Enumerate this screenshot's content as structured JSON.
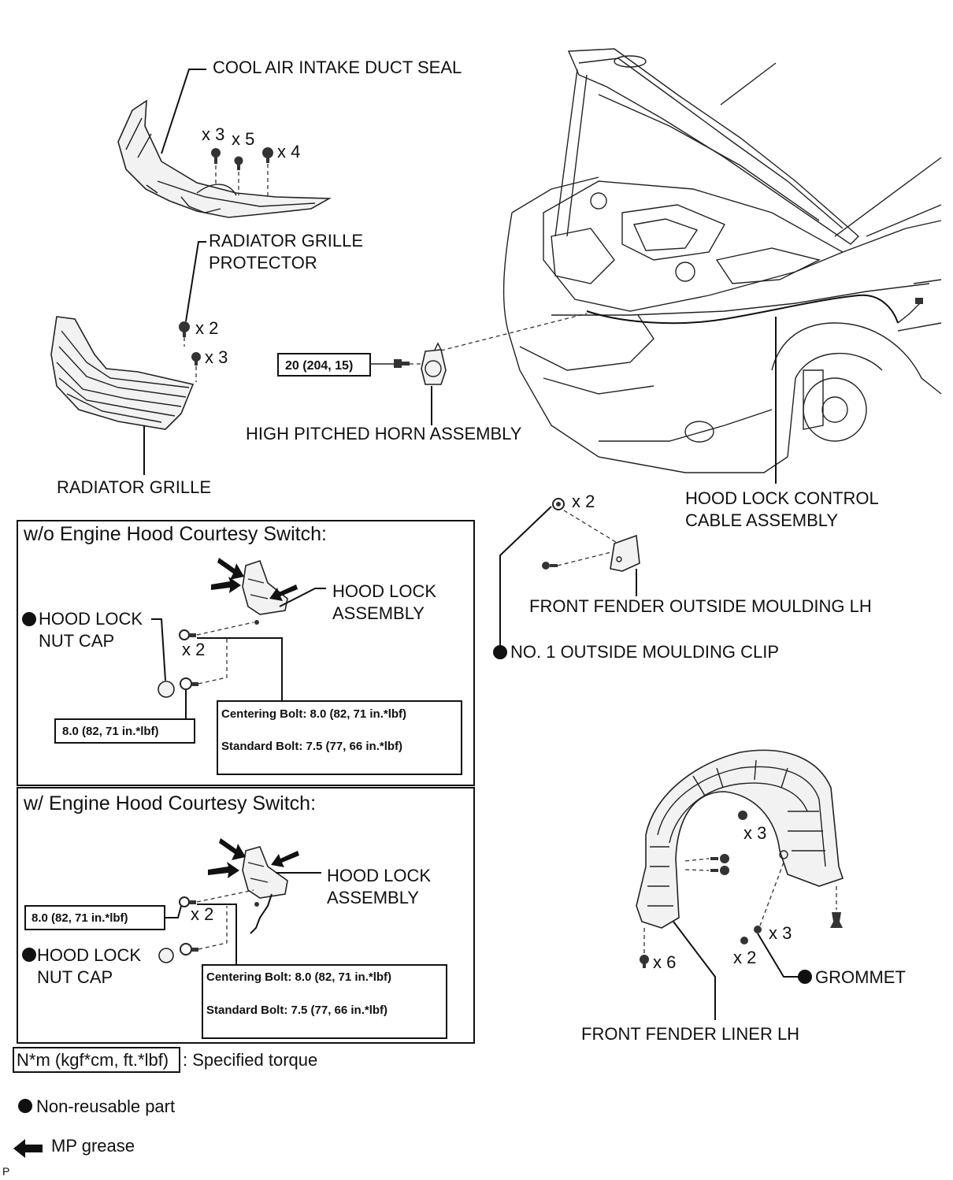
{
  "labels": {
    "cool_air_seal": "COOL AIR INTAKE DUCT SEAL",
    "qty_x3_seal": "x 3",
    "qty_x5_seal": "x 5",
    "qty_x4_seal": "x 4",
    "grille_protector_1": "RADIATOR GRILLE",
    "grille_protector_2": "PROTECTOR",
    "qty_x2_grille": "x 2",
    "qty_x3_grille": "x 3",
    "radiator_grille": "RADIATOR GRILLE",
    "horn_torque": "20 (204, 15)",
    "horn": "HIGH PITCHED HORN ASSEMBLY",
    "hood_cable_1": "HOOD LOCK CONTROL",
    "hood_cable_2": "CABLE ASSEMBLY",
    "qty_x2_moulding": "x 2",
    "moulding": "FRONT FENDER OUTSIDE MOULDING LH",
    "moulding_clip": "NO. 1 OUTSIDE MOULDING CLIP",
    "qty_x3_liner_a": "x 3",
    "qty_x3_liner_b": "x 3",
    "qty_x2_liner": "x 2",
    "qty_x6_liner": "x 6",
    "grommet": "GROMMET",
    "liner": "FRONT FENDER LINER LH",
    "page_marker": "P"
  },
  "box1": {
    "title": "w/o Engine Hood Courtesy Switch:",
    "hood_lock_1": "HOOD LOCK",
    "hood_lock_2": "ASSEMBLY",
    "nut_cap_1": "HOOD LOCK",
    "nut_cap_2": "NUT CAP",
    "qty_x2": "x 2",
    "torque": "8.0 (82, 71 in.*lbf)",
    "centering": "Centering Bolt: 8.0 (82, 71 in.*lbf)",
    "standard": "Standard Bolt: 7.5 (77, 66 in.*lbf)"
  },
  "box2": {
    "title": "w/ Engine Hood Courtesy Switch:",
    "hood_lock_1": "HOOD LOCK",
    "hood_lock_2": "ASSEMBLY",
    "nut_cap_1": "HOOD LOCK",
    "nut_cap_2": "NUT CAP",
    "qty_x2": "x 2",
    "torque": "8.0 (82, 71 in.*lbf)",
    "centering": "Centering Bolt: 8.0 (82, 71 in.*lbf)",
    "standard": "Standard Bolt: 7.5 (77, 66 in.*lbf)"
  },
  "legend": {
    "torque_unit": "N*m (kgf*cm, ft.*lbf)",
    "torque_desc": ": Specified torque",
    "nonreusable": "Non-reusable part",
    "grease": "MP grease"
  }
}
